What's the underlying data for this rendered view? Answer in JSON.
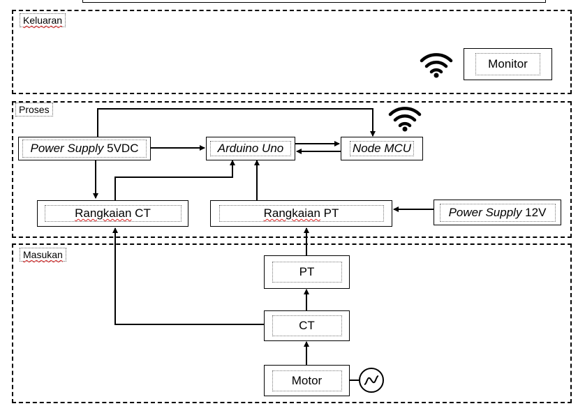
{
  "sections": {
    "keluaran": "Keluaran",
    "proses": "Proses",
    "masukan": "Masukan"
  },
  "blocks": {
    "monitor": "Monitor",
    "power_supply_5v": {
      "italic": "Power Supply",
      "rest": " 5VDC"
    },
    "arduino": "Arduino Uno",
    "nodemcu": "Node MCU",
    "rangkaian_ct": {
      "word": "Rangkaian",
      "rest": " CT"
    },
    "rangkaian_pt": {
      "word": "Rangkaian",
      "rest": " PT"
    },
    "power_supply_12v": {
      "italic": "Power Supply",
      "rest": " 12V"
    },
    "pt": "PT",
    "ct": "CT",
    "motor": "Motor"
  },
  "icons": {
    "wifi_output": "wifi-icon",
    "wifi_process": "wifi-icon",
    "ac_source": "ac-source-icon"
  }
}
